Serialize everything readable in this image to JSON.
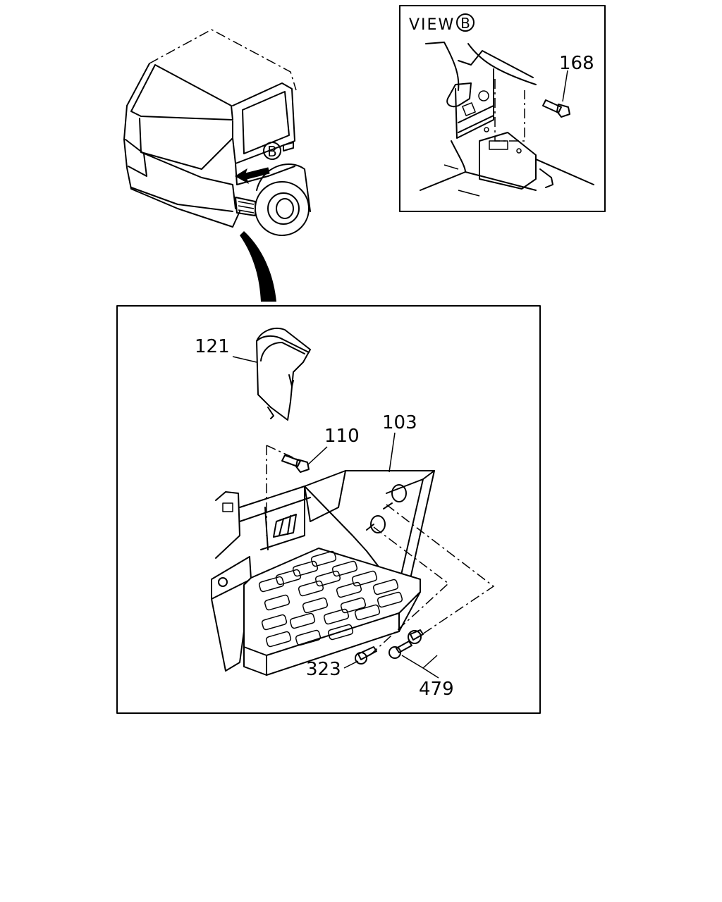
{
  "view_panel": {
    "title_prefix": "VIEW",
    "title_circle": "B"
  },
  "truck_view_marker": "B",
  "callouts": {
    "p168": "168",
    "p121": "121",
    "p110": "110",
    "p103": "103",
    "p323": "323",
    "p479": "479"
  }
}
